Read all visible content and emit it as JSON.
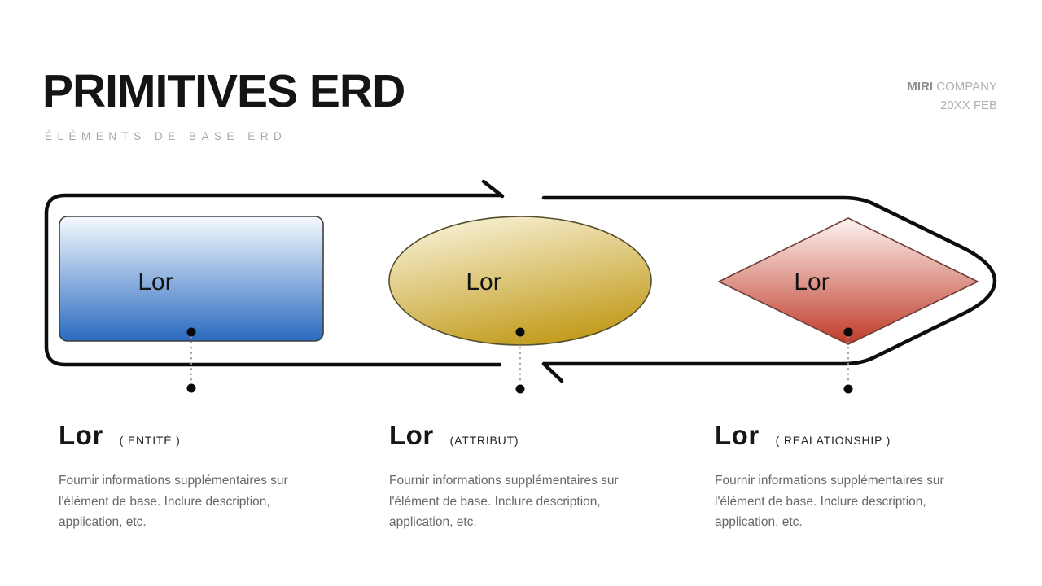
{
  "header": {
    "title": "PRIMITIVES ERD",
    "subtitle": "ÉLÉMENTS DE BASE ERD",
    "brand": {
      "bold": "MIRI",
      "regular": " COMPANY"
    },
    "date": "20XX FEB"
  },
  "diagram": {
    "arrow_color": "#0d0d0d",
    "shapes": [
      {
        "id": "entity",
        "kind": "rectangle",
        "label": "Lor",
        "gradient_top": "#f6fafe",
        "gradient_bottom": "#2a6abf",
        "border": "#3f3f3f"
      },
      {
        "id": "attribute",
        "kind": "ellipse",
        "label": "Lor",
        "gradient_top": "#f9f3da",
        "gradient_bottom": "#c39d1f",
        "border": "#55502f"
      },
      {
        "id": "relationship",
        "kind": "diamond",
        "label": "Lor",
        "gradient_top": "#fdf4f1",
        "gradient_bottom": "#bf3a28",
        "border": "#6e4038"
      }
    ]
  },
  "columns": [
    {
      "term": "Lor",
      "tag": "( ENTITÉ )",
      "description_lines": [
        "Fournir informations supplémentaires sur",
        "l'élément de base. Inclure description,",
        "application, etc."
      ]
    },
    {
      "term": "Lor",
      "tag": "(ATTRIBUT)",
      "description_lines": [
        "Fournir informations supplémentaires sur",
        "l'élément de base. Inclure description,",
        "application, etc."
      ]
    },
    {
      "term": "Lor",
      "tag": "( REALATIONSHIP )",
      "description_lines": [
        "Fournir informations supplémentaires sur",
        "l'élément de base. Inclure description,",
        "application, etc."
      ]
    }
  ]
}
